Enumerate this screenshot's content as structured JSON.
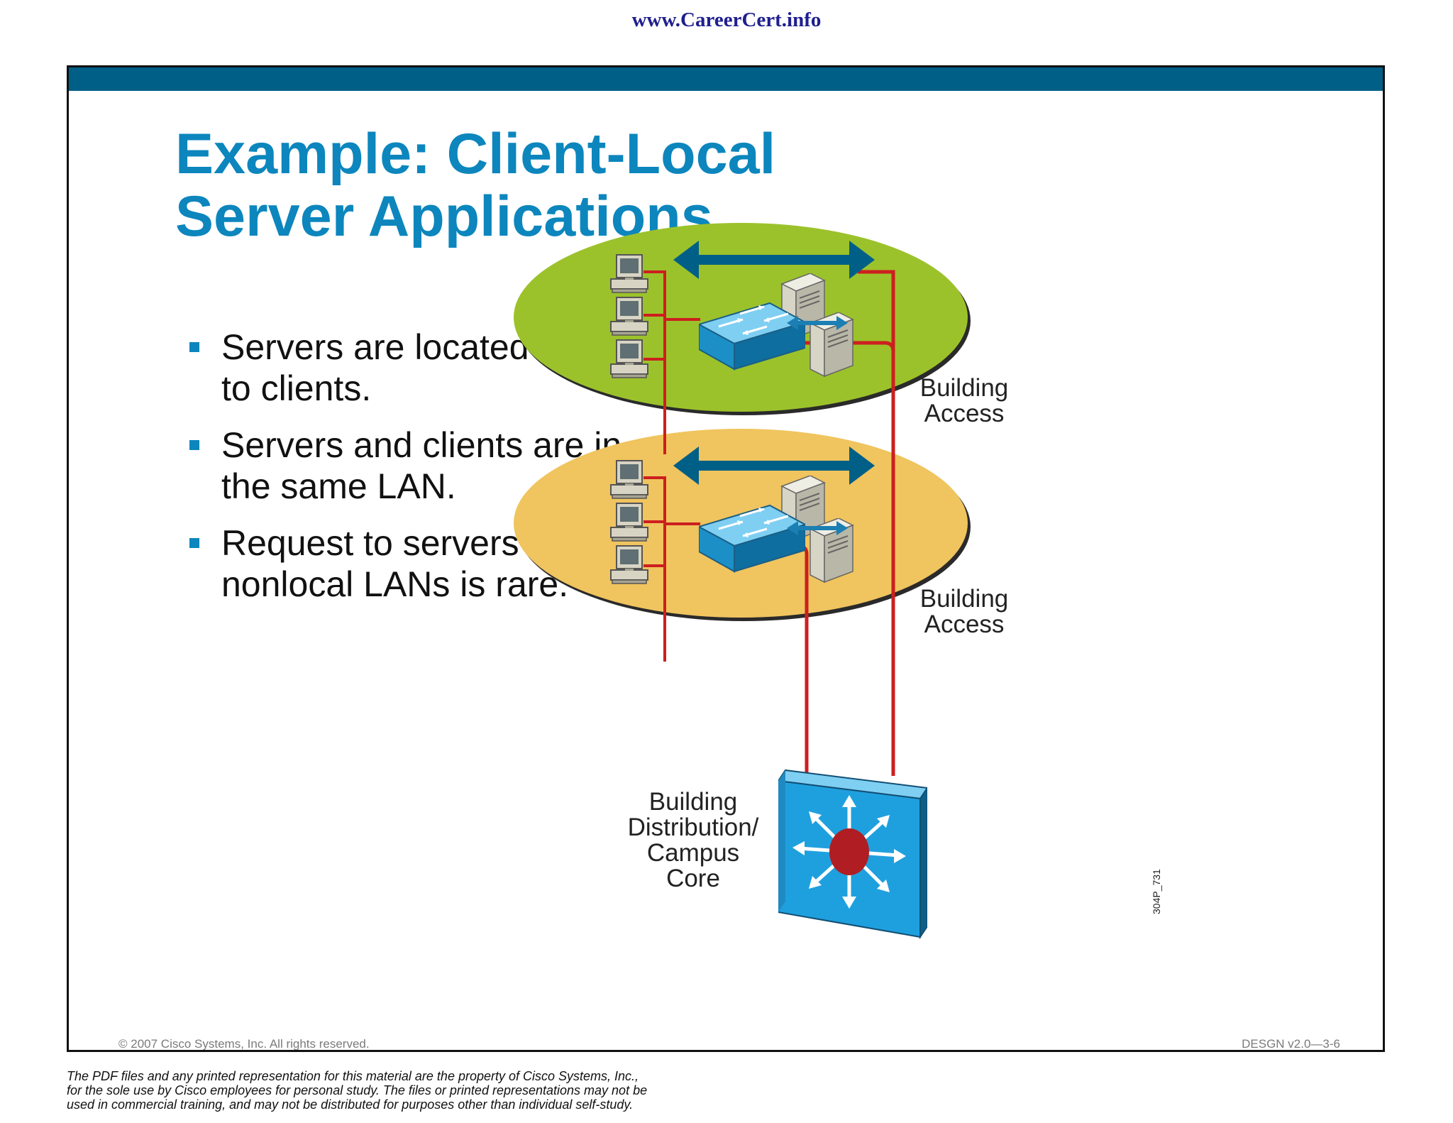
{
  "site_url": "www.CareerCert.info",
  "slide": {
    "title_lines": [
      "Example: Client-Local",
      "Server Applications"
    ],
    "bullets": [
      {
        "line1": "Servers are located close",
        "line2": "to clients."
      },
      {
        "line1": "Servers and clients are in",
        "line2": "the same LAN."
      },
      {
        "line1": "Request to servers from",
        "line2": "nonlocal LANs is rare."
      }
    ],
    "copyright": "© 2007 Cisco Systems, Inc. All rights reserved.",
    "slide_code": "DESGN v2.0—3-6"
  },
  "diagram": {
    "top_label": [
      "Building",
      "Access"
    ],
    "bottom_label": [
      "Building",
      "Access"
    ],
    "core_label": [
      "Building",
      "Distribution/",
      "Campus",
      "Core"
    ],
    "figure_id": "304P_731",
    "colors": {
      "top_zone": "#9cc22b",
      "bottom_zone": "#f0c45e",
      "switch": "#2aa3dd",
      "link": "#cc1f1f",
      "arrow": "#005f87"
    }
  },
  "disclaimer": [
    "The PDF files and any printed representation for this material are the property of Cisco Systems, Inc.,",
    "for the sole use by Cisco employees for personal study. The files or printed representations may not be",
    "used in commercial training, and may not be distributed for purposes other than individual self-study."
  ]
}
